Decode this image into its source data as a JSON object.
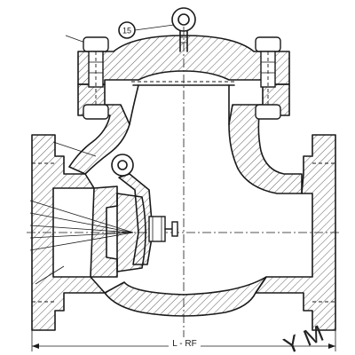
{
  "drawing": {
    "balloon_label": "15",
    "dimension_label": "L - RF",
    "watermark_text": "Y M"
  },
  "colors": {
    "line": "#1a1a1a",
    "background": "#ffffff",
    "watermark": "#222222"
  }
}
